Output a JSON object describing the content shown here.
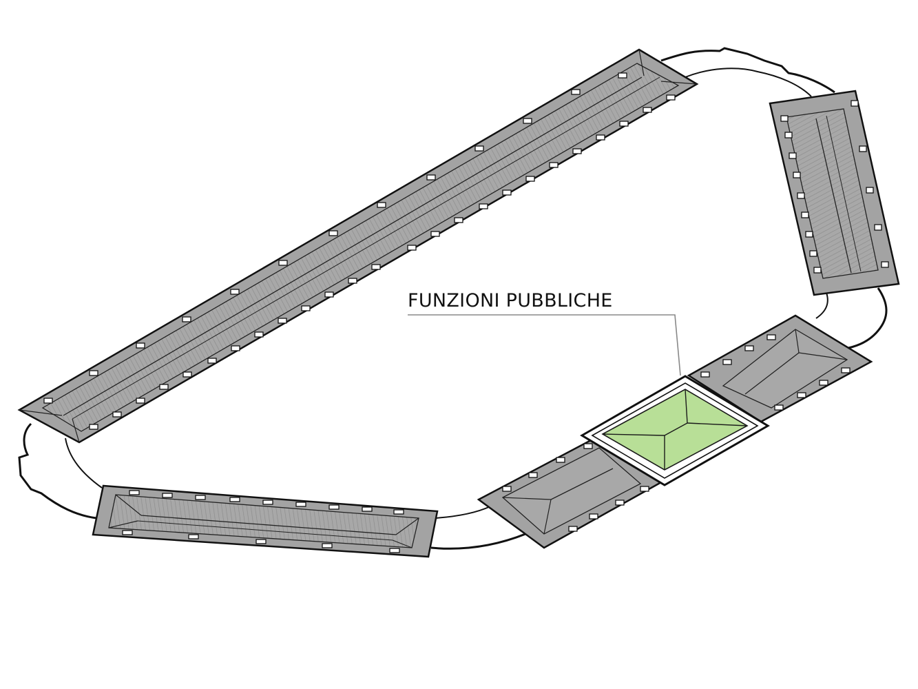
{
  "annotation": {
    "label": "FUNZIONI PUBBLICHE"
  },
  "colors": {
    "roof_fill": "#a3a3a3",
    "roof_stroke": "#111111",
    "highlight_fill": "#b8df97",
    "highlight_stroke": "#1a1a1a",
    "leader_line": "#888888",
    "background": "#ffffff"
  },
  "buildings": [
    {
      "id": "long-north-east-wing",
      "highlighted": false
    },
    {
      "id": "east-short-wing",
      "highlighted": false
    },
    {
      "id": "south-east-wing",
      "highlighted": false
    },
    {
      "id": "central-pavilion",
      "highlighted": true
    },
    {
      "id": "south-wing",
      "highlighted": false
    },
    {
      "id": "south-west-wing",
      "highlighted": false
    }
  ]
}
